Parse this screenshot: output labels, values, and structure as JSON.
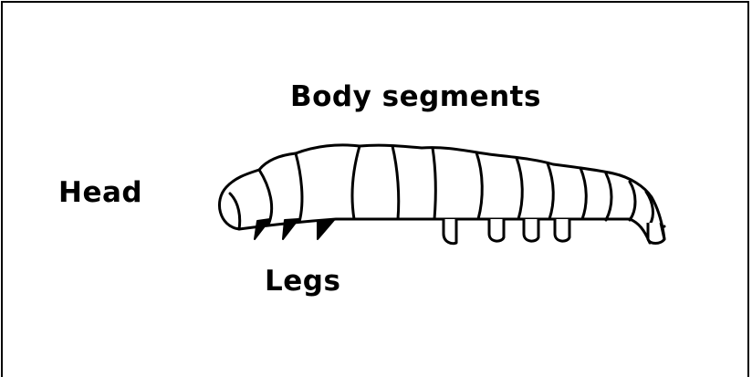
{
  "labels": {
    "body_segments": "Body segments",
    "head": "Head",
    "legs": "Legs"
  },
  "colors": {
    "stroke": "#000000",
    "fill": "#ffffff",
    "background": "#ffffff"
  }
}
